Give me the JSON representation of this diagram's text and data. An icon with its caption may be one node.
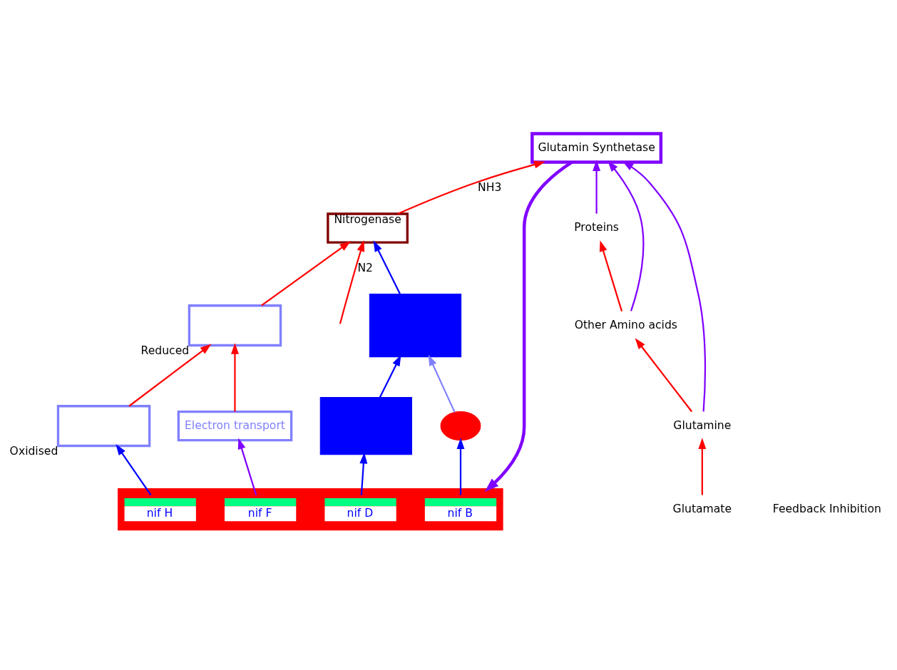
{
  "diagram": {
    "nodes": [
      {
        "text": [
          "Nitrogenase"
        ]
      },
      {
        "text": [
          "Glutamate"
        ]
      },
      {
        "text": [
          "Glutamin Synthetase"
        ]
      },
      {
        "text": [
          "Glutamine"
        ]
      },
      {
        "text": [
          "Other Amino acids"
        ]
      },
      {
        "text": [
          "Proteins"
        ]
      },
      {
        "text": [],
        "shape": "box"
      },
      {
        "text": [],
        "shape": "box",
        "beside": [
          "Reduced"
        ]
      },
      {
        "text": [],
        "shape": "circle"
      },
      {
        "text": [
          "Electron transport"
        ]
      },
      {
        "text": [],
        "shape": "box"
      },
      {
        "text": [],
        "shape": "box",
        "beside": [
          "Oxidised"
        ]
      },
      {
        "text": [],
        "shape": "bar"
      },
      {
        "text": [
          "nif B"
        ],
        "in": 12
      },
      {
        "text": [
          "nif F"
        ],
        "in": 12
      },
      {
        "text": [
          "nif D"
        ],
        "in": 12
      },
      {
        "text": [
          "nif H"
        ],
        "in": 12
      }
    ],
    "edges": [
      {
        "from": null,
        "to": 0,
        "arrow": "to",
        "label": "N2"
      },
      {
        "from": 0,
        "to": 2,
        "arrow": "to",
        "label": "NH3"
      },
      {
        "from": 1,
        "to": 3,
        "arrow": "to"
      },
      {
        "from": 3,
        "to": 4,
        "arrow": "to"
      },
      {
        "from": 4,
        "to": 5,
        "arrow": "to"
      },
      {
        "from": 3,
        "to": 2,
        "arrow": "to",
        "color": "#8000ff"
      },
      {
        "from": 4,
        "to": 2,
        "arrow": "to",
        "color": "#8000ff"
      },
      {
        "from": 5,
        "to": 2,
        "arrow": "to",
        "color": "#8000ff"
      },
      {
        "from": 2,
        "to": 12,
        "arrow": "to",
        "style": "thick",
        "color": "#8000ff"
      },
      {
        "from": 6,
        "to": 0,
        "arrow": "to",
        "color": "#0000ff"
      },
      {
        "from": 7,
        "to": 0,
        "arrow": "to"
      },
      {
        "from": 8,
        "to": 6,
        "arrow": "to",
        "color": "#8080ff"
      },
      {
        "from": 9,
        "to": 7,
        "arrow": "to"
      },
      {
        "from": 10,
        "to": 6,
        "arrow": "to",
        "color": "#0000ff"
      },
      {
        "from": 11,
        "to": 7,
        "arrow": "to"
      },
      {
        "from": 13,
        "to": 8,
        "arrow": "to",
        "color": "#0000ff"
      },
      {
        "from": 14,
        "to": 9,
        "arrow": "to",
        "color": "#8000ff"
      },
      {
        "from": 15,
        "to": 10,
        "arrow": "to",
        "color": "#0000ff"
      },
      {
        "from": 16,
        "to": 11,
        "arrow": "to",
        "color": "#0000ff"
      }
    ],
    "labels": [
      "Feedback Inhibition"
    ]
  }
}
